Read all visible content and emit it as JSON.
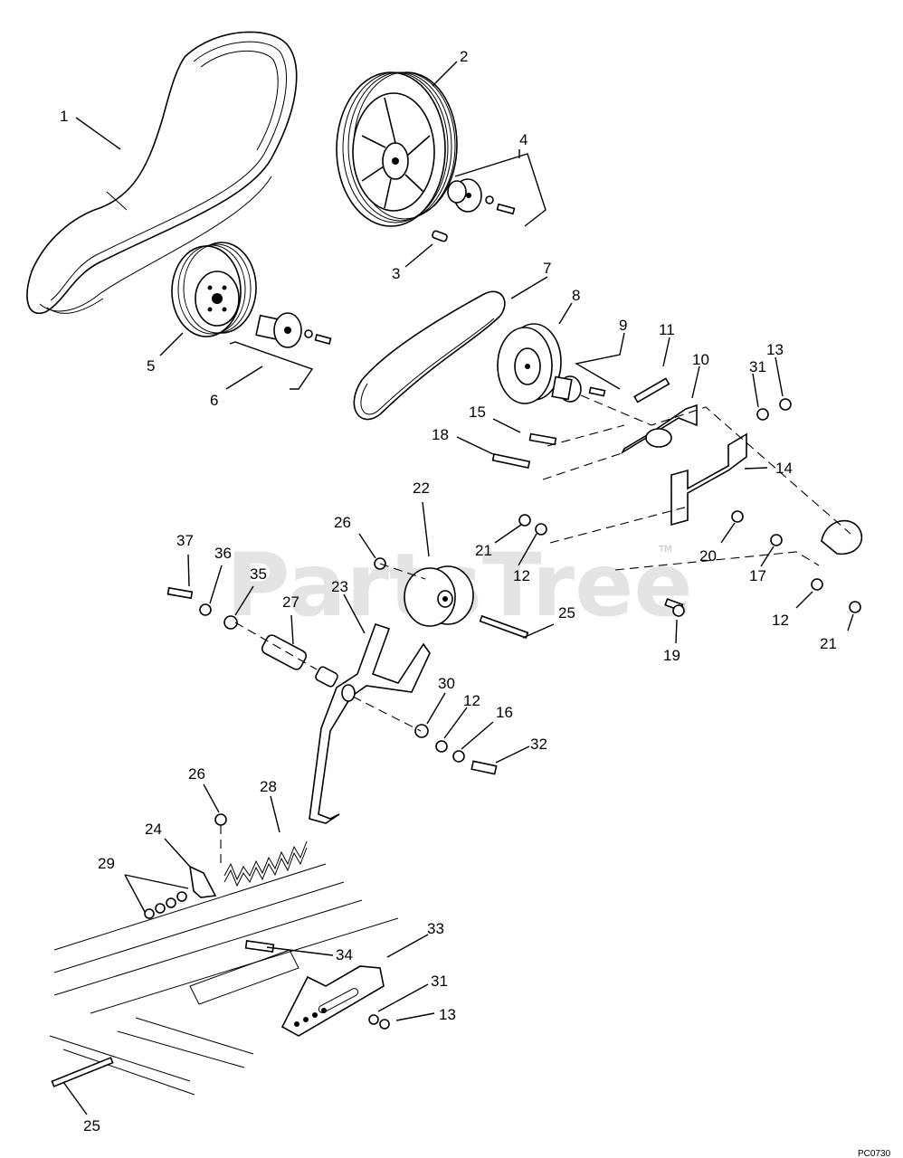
{
  "watermark": "PartsTree",
  "trademark": "TM",
  "drawing_code": "PC0730",
  "parts": [
    {
      "id": "p1",
      "label": "1"
    },
    {
      "id": "p2",
      "label": "2"
    },
    {
      "id": "p3",
      "label": "3"
    },
    {
      "id": "p4",
      "label": "4"
    },
    {
      "id": "p5",
      "label": "5"
    },
    {
      "id": "p6",
      "label": "6"
    },
    {
      "id": "p7",
      "label": "7"
    },
    {
      "id": "p8",
      "label": "8"
    },
    {
      "id": "p9",
      "label": "9"
    },
    {
      "id": "p10",
      "label": "10"
    },
    {
      "id": "p11",
      "label": "11"
    },
    {
      "id": "p12a",
      "label": "12"
    },
    {
      "id": "p12b",
      "label": "12"
    },
    {
      "id": "p12c",
      "label": "12"
    },
    {
      "id": "p13a",
      "label": "13"
    },
    {
      "id": "p13b",
      "label": "13"
    },
    {
      "id": "p14",
      "label": "14"
    },
    {
      "id": "p15",
      "label": "15"
    },
    {
      "id": "p16",
      "label": "16"
    },
    {
      "id": "p17",
      "label": "17"
    },
    {
      "id": "p18",
      "label": "18"
    },
    {
      "id": "p19",
      "label": "19"
    },
    {
      "id": "p20",
      "label": "20"
    },
    {
      "id": "p21a",
      "label": "21"
    },
    {
      "id": "p21b",
      "label": "21"
    },
    {
      "id": "p22",
      "label": "22"
    },
    {
      "id": "p23",
      "label": "23"
    },
    {
      "id": "p24",
      "label": "24"
    },
    {
      "id": "p25a",
      "label": "25"
    },
    {
      "id": "p25b",
      "label": "25"
    },
    {
      "id": "p26a",
      "label": "26"
    },
    {
      "id": "p26b",
      "label": "26"
    },
    {
      "id": "p27",
      "label": "27"
    },
    {
      "id": "p28",
      "label": "28"
    },
    {
      "id": "p29",
      "label": "29"
    },
    {
      "id": "p30",
      "label": "30"
    },
    {
      "id": "p31a",
      "label": "31"
    },
    {
      "id": "p31b",
      "label": "31"
    },
    {
      "id": "p32",
      "label": "32"
    },
    {
      "id": "p33",
      "label": "33"
    },
    {
      "id": "p34",
      "label": "34"
    },
    {
      "id": "p35",
      "label": "35"
    },
    {
      "id": "p36",
      "label": "36"
    },
    {
      "id": "p37",
      "label": "37"
    }
  ]
}
